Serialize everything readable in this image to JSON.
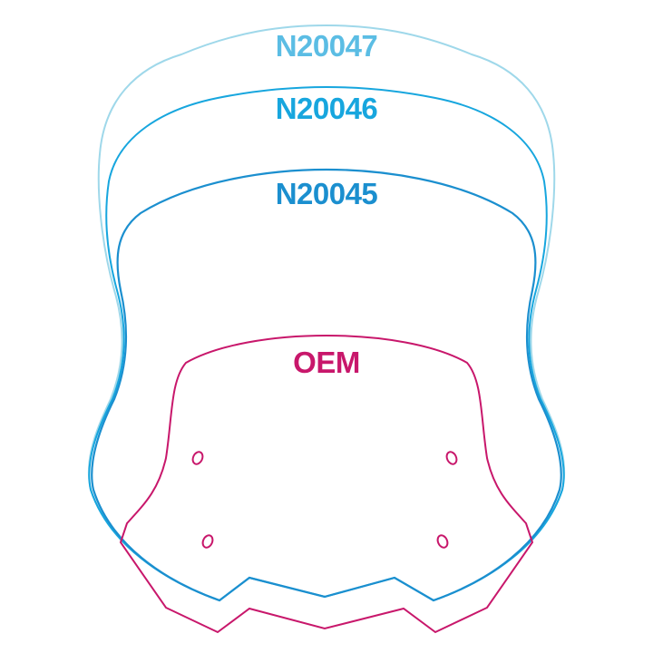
{
  "labels": {
    "n20047": "N20047",
    "n20046": "N20046",
    "n20045": "N20045",
    "oem": "OEM"
  },
  "colors": {
    "n20047_text": "#5bbde4",
    "n20047_line": "#9fd8ea",
    "n20046": "#17a6de",
    "n20045": "#1b8fcf",
    "oem": "#c8176b"
  }
}
